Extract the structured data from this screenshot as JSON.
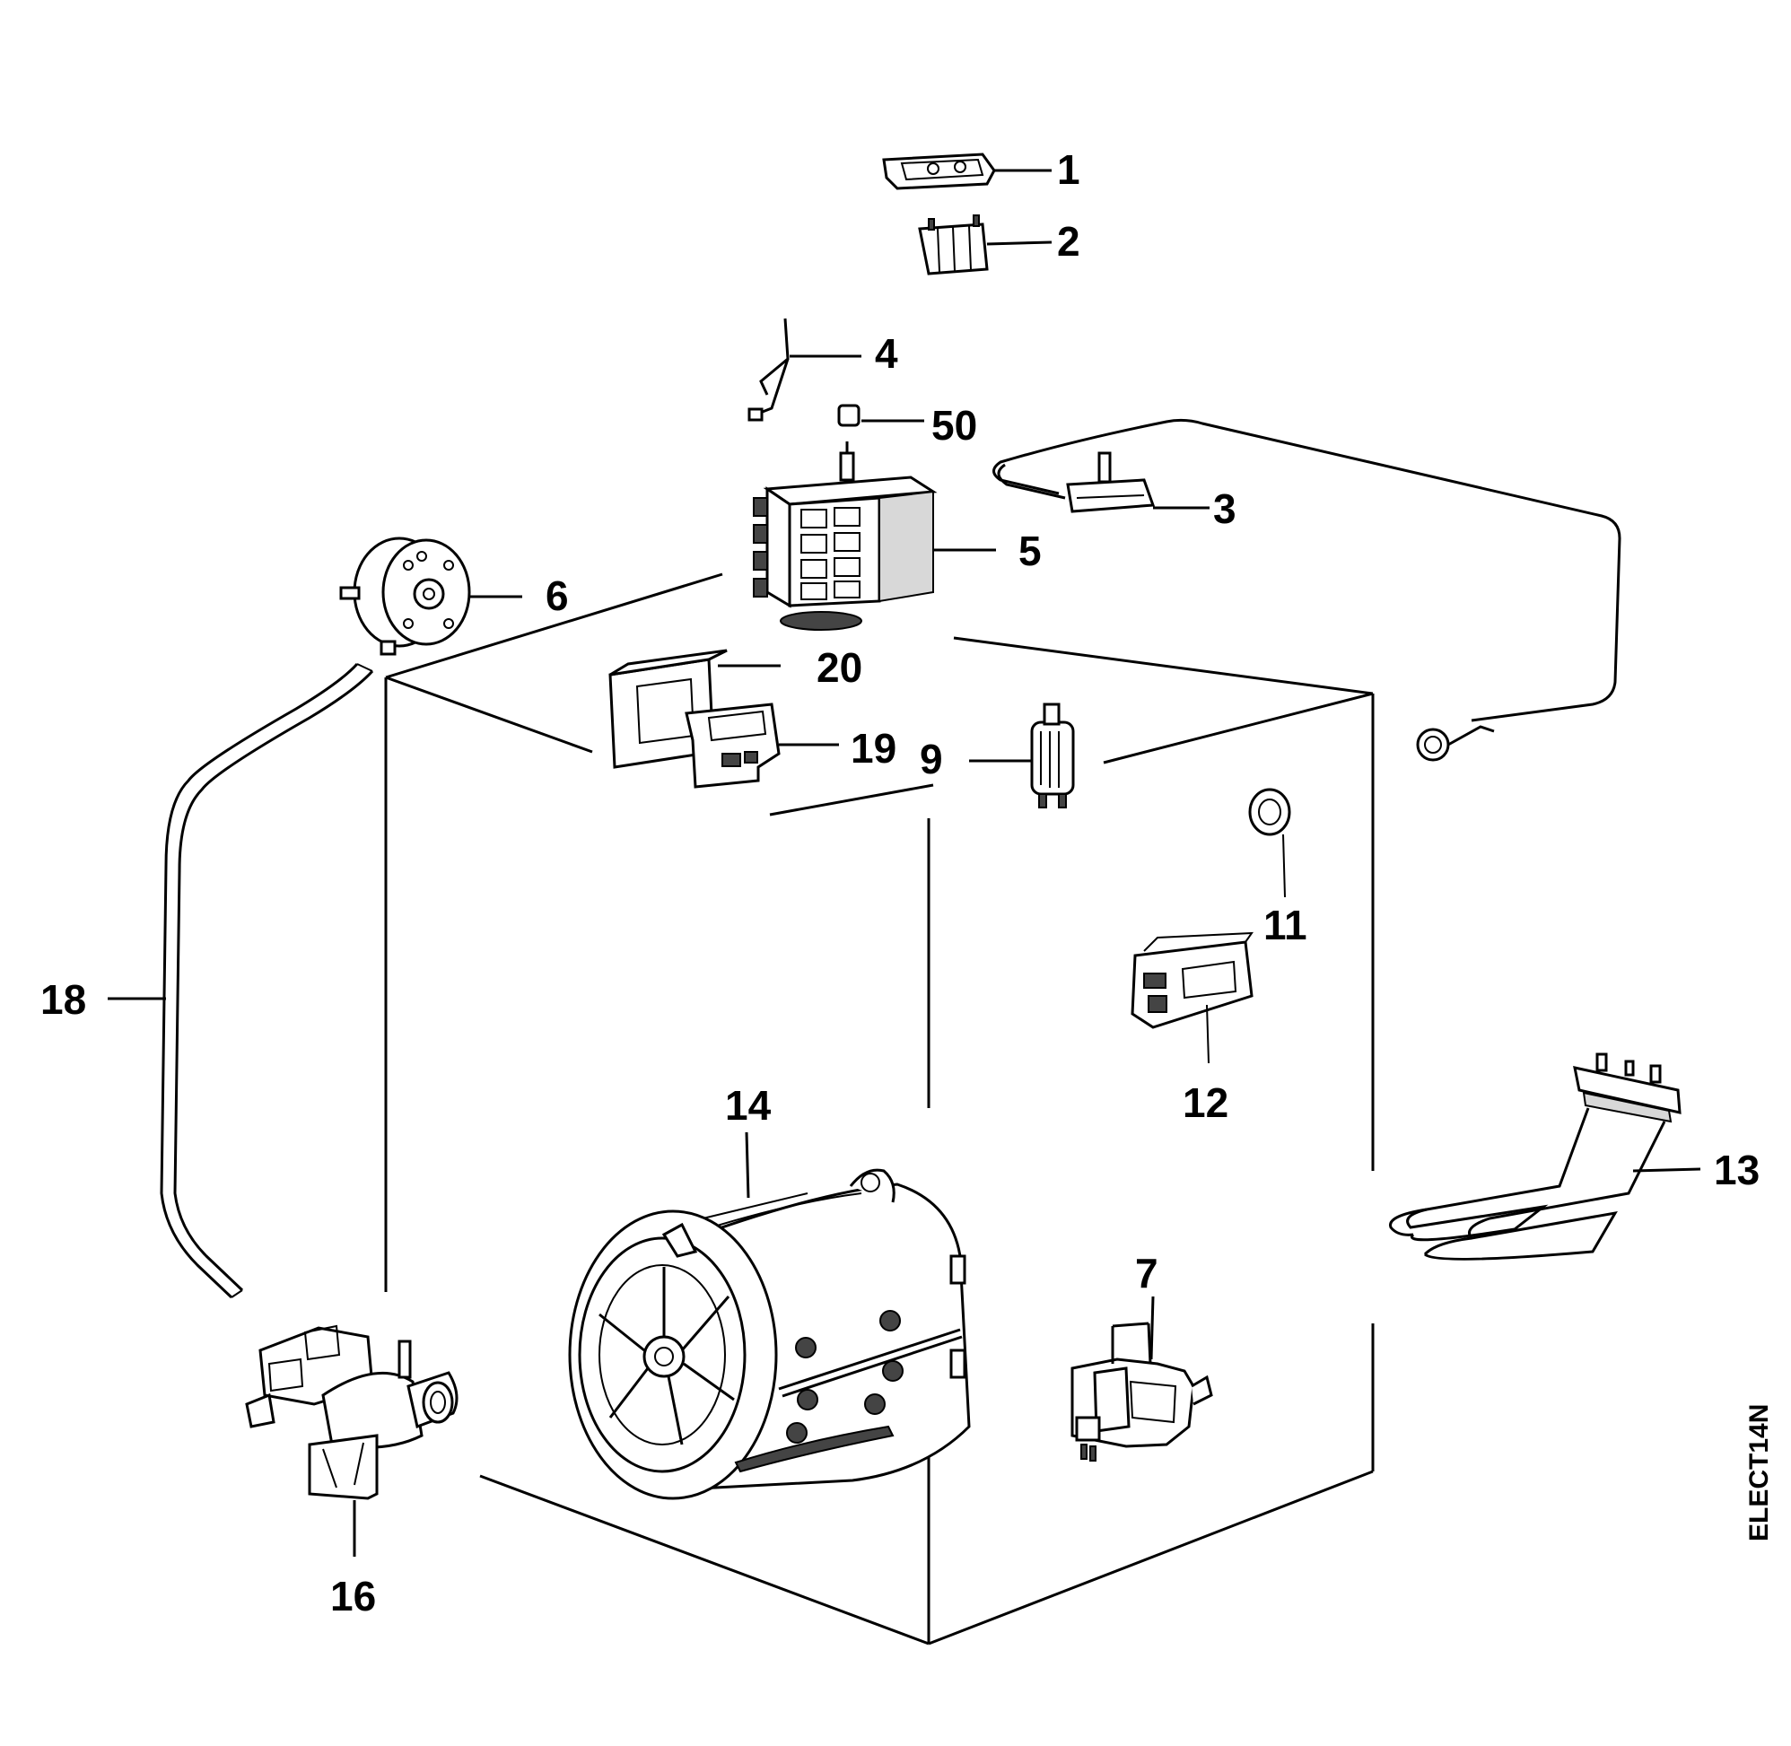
{
  "parts": [
    {
      "num": "1"
    },
    {
      "num": "2"
    },
    {
      "num": "3"
    },
    {
      "num": "4"
    },
    {
      "num": "5"
    },
    {
      "num": "6"
    },
    {
      "num": "7"
    },
    {
      "num": "9"
    },
    {
      "num": "11"
    },
    {
      "num": "12"
    },
    {
      "num": "13"
    },
    {
      "num": "14"
    },
    {
      "num": "16"
    },
    {
      "num": "18"
    },
    {
      "num": "19"
    },
    {
      "num": "20"
    },
    {
      "num": "50"
    }
  ],
  "drawing_code": "ELECT14N"
}
